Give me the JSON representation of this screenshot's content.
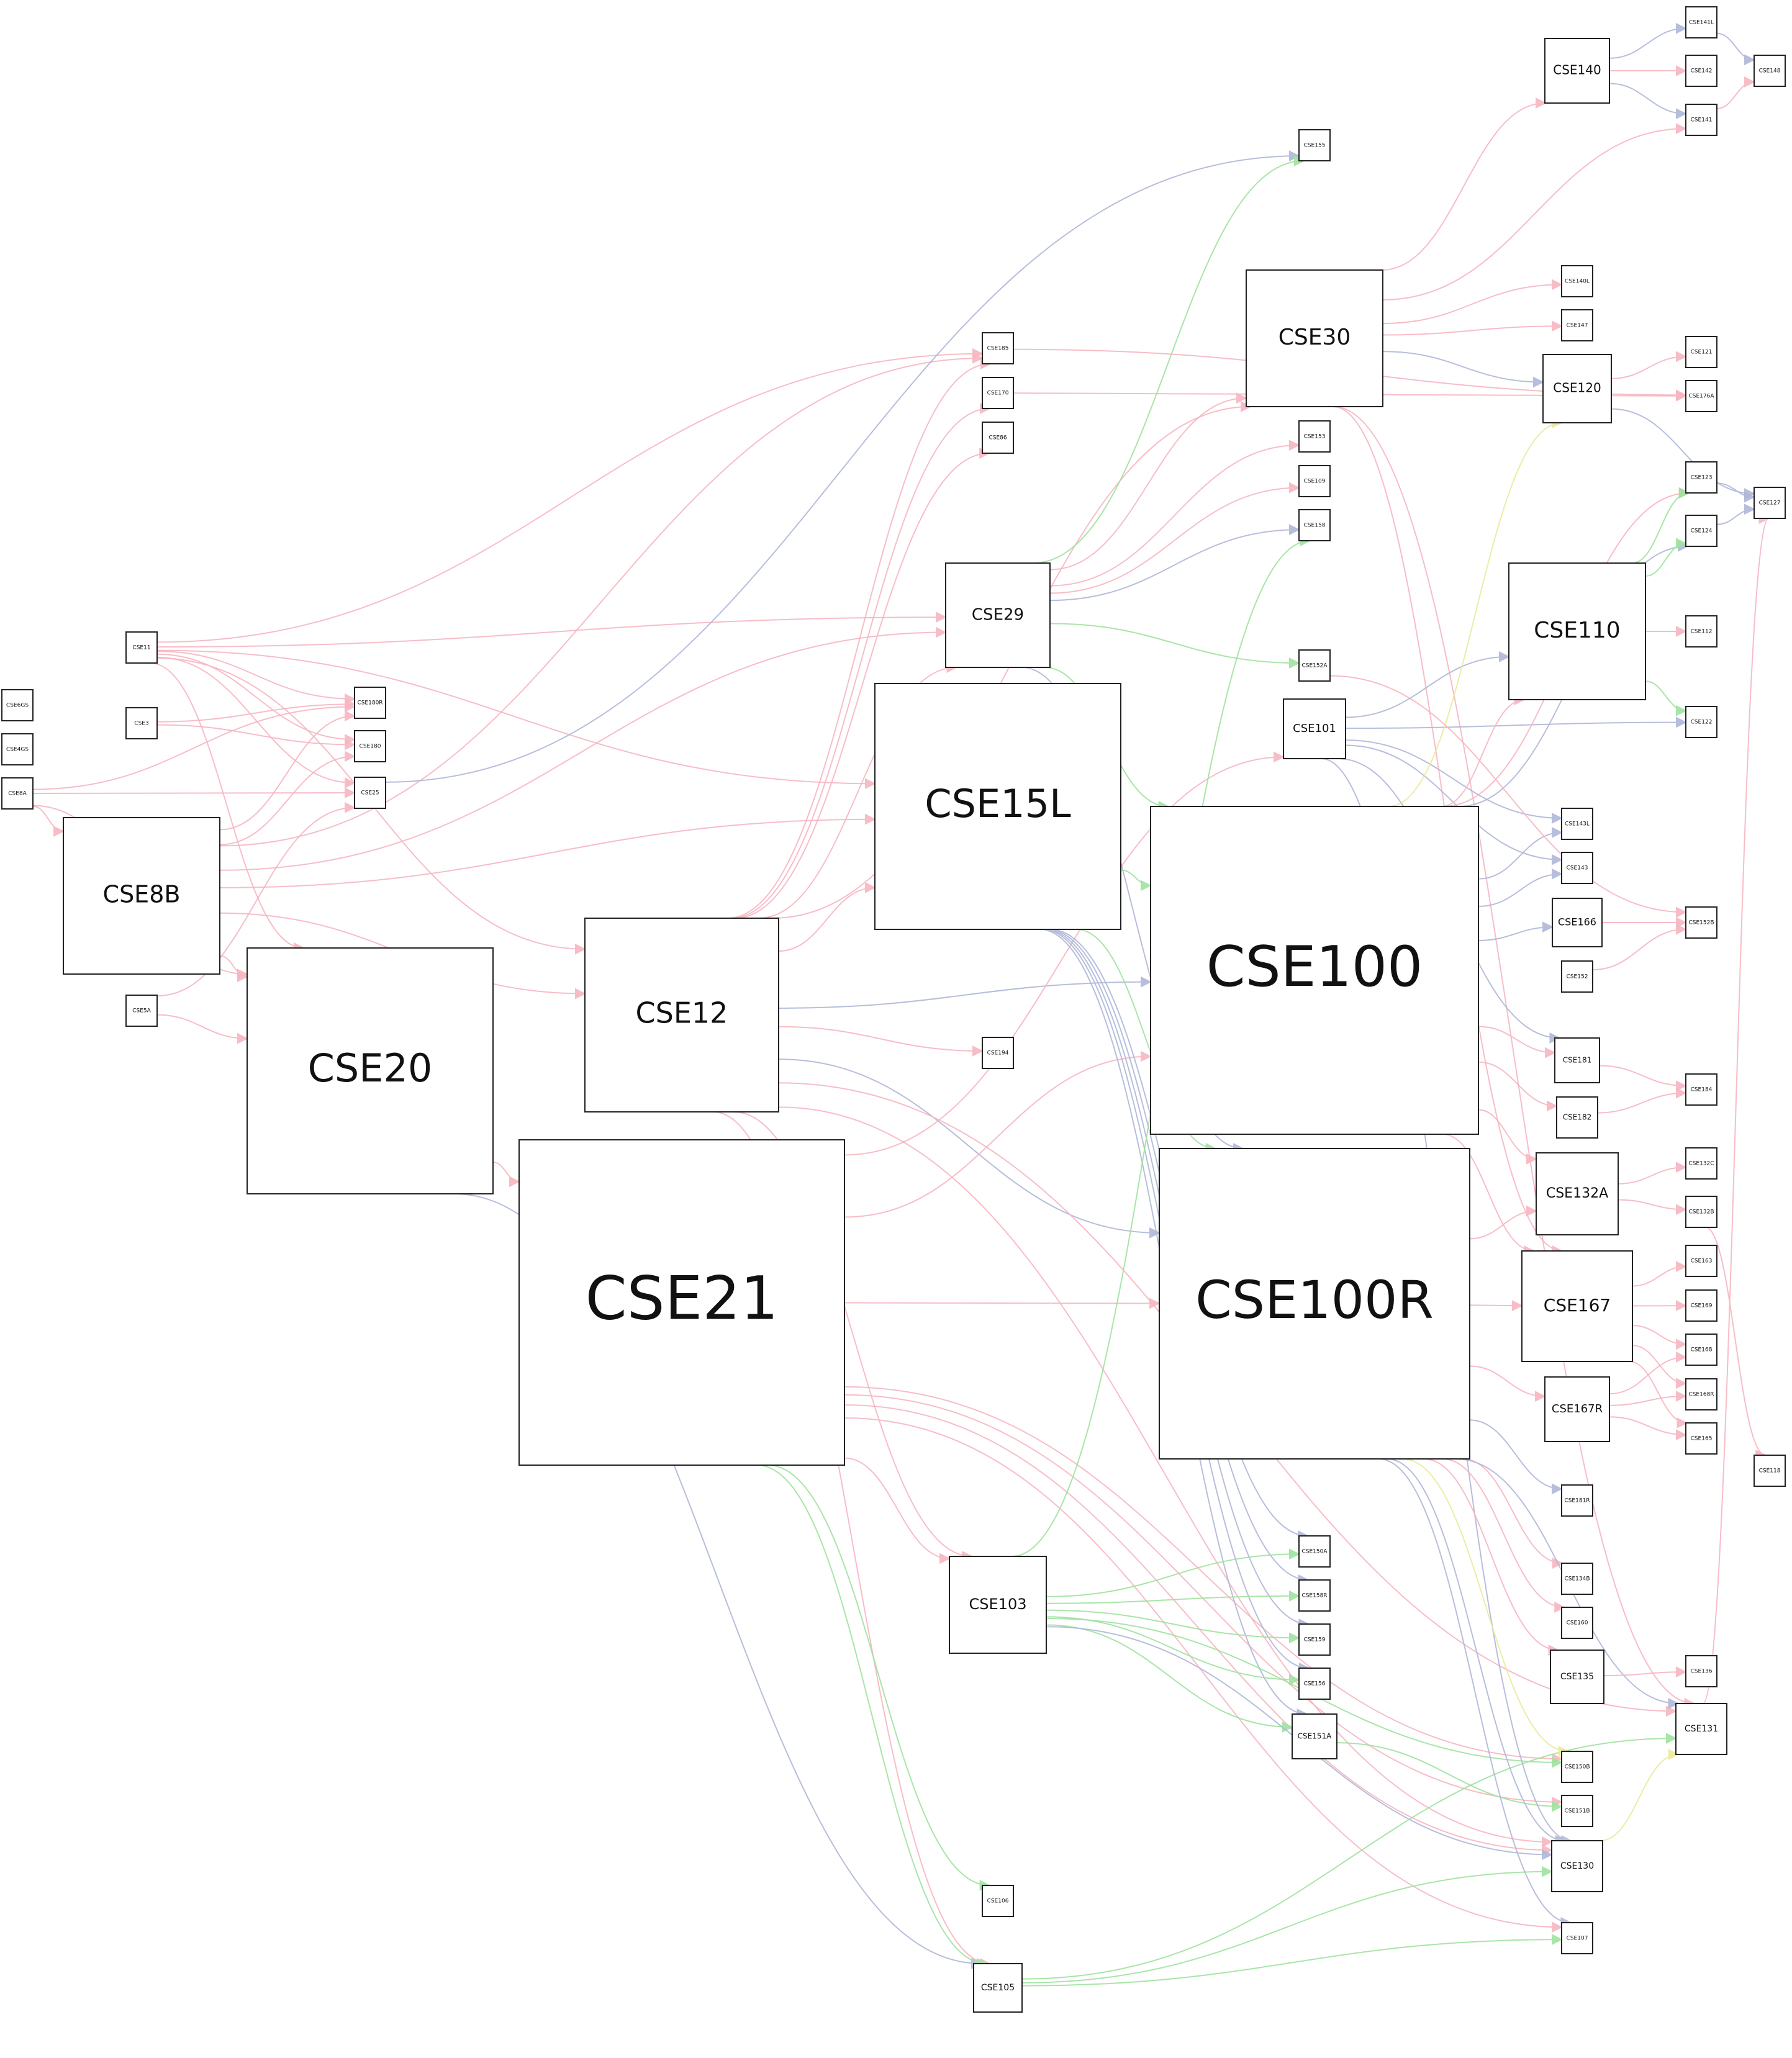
{
  "colors": {
    "pink": "#f7b6c2",
    "blue": "#b0b8d8",
    "green": "#9fe39f",
    "yellow": "#eaea9a",
    "box_border": "#222222"
  },
  "nodes": [
    {
      "id": "CSE11",
      "label": "CSE11",
      "tier": "xs"
    },
    {
      "id": "CSE3",
      "label": "CSE3",
      "tier": "xs"
    },
    {
      "id": "CSE6GS",
      "label": "CSE6GS",
      "tier": "xs"
    },
    {
      "id": "CSE4GS",
      "label": "CSE4GS",
      "tier": "xs"
    },
    {
      "id": "CSE8A",
      "label": "CSE8A",
      "tier": "xs"
    },
    {
      "id": "CSE8B",
      "label": "CSE8B",
      "tier": "m"
    },
    {
      "id": "CSE5A",
      "label": "CSE5A",
      "tier": "xs"
    },
    {
      "id": "CSE180R",
      "label": "CSE180R",
      "tier": "xs"
    },
    {
      "id": "CSE180",
      "label": "CSE180",
      "tier": "xs"
    },
    {
      "id": "CSE25",
      "label": "CSE25",
      "tier": "xs"
    },
    {
      "id": "CSE20",
      "label": "CSE20",
      "tier": "l"
    },
    {
      "id": "CSE12",
      "label": "CSE12",
      "tier": "m"
    },
    {
      "id": "CSE21",
      "label": "CSE21",
      "tier": "xl"
    },
    {
      "id": "CSE185",
      "label": "CSE185",
      "tier": "xs"
    },
    {
      "id": "CSE170",
      "label": "CSE170",
      "tier": "xs"
    },
    {
      "id": "CSE86",
      "label": "CSE86",
      "tier": "xs"
    },
    {
      "id": "CSE29",
      "label": "CSE29",
      "tier": "s"
    },
    {
      "id": "CSE15L",
      "label": "CSE15L",
      "tier": "l"
    },
    {
      "id": "CSE194",
      "label": "CSE194",
      "tier": "xs"
    },
    {
      "id": "CSE103",
      "label": "CSE103",
      "tier": "s"
    },
    {
      "id": "CSE106",
      "label": "CSE106",
      "tier": "xs"
    },
    {
      "id": "CSE105",
      "label": "CSE105",
      "tier": "s"
    },
    {
      "id": "CSE30",
      "label": "CSE30",
      "tier": "m"
    },
    {
      "id": "CSE155",
      "label": "CSE155",
      "tier": "xs"
    },
    {
      "id": "CSE153",
      "label": "CSE153",
      "tier": "xs"
    },
    {
      "id": "CSE109",
      "label": "CSE109",
      "tier": "xs"
    },
    {
      "id": "CSE158",
      "label": "CSE158",
      "tier": "xs"
    },
    {
      "id": "CSE152A",
      "label": "CSE152A",
      "tier": "xs"
    },
    {
      "id": "CSE101",
      "label": "CSE101",
      "tier": "s"
    },
    {
      "id": "CSE100",
      "label": "CSE100",
      "tier": "xxl"
    },
    {
      "id": "CSE100R",
      "label": "CSE100R",
      "tier": "xxl"
    },
    {
      "id": "CSE150A",
      "label": "CSE150A",
      "tier": "xs"
    },
    {
      "id": "CSE158R",
      "label": "CSE158R",
      "tier": "xs"
    },
    {
      "id": "CSE159",
      "label": "CSE159",
      "tier": "xs"
    },
    {
      "id": "CSE156",
      "label": "CSE156",
      "tier": "xs"
    },
    {
      "id": "CSE151A",
      "label": "CSE151A",
      "tier": "xs"
    },
    {
      "id": "CSE140",
      "label": "CSE140",
      "tier": "s"
    },
    {
      "id": "CSE140L",
      "label": "CSE140L",
      "tier": "xs"
    },
    {
      "id": "CSE147",
      "label": "CSE147",
      "tier": "xs"
    },
    {
      "id": "CSE120",
      "label": "CSE120",
      "tier": "s"
    },
    {
      "id": "CSE110",
      "label": "CSE110",
      "tier": "m"
    },
    {
      "id": "CSE143L",
      "label": "CSE143L",
      "tier": "xs"
    },
    {
      "id": "CSE143",
      "label": "CSE143",
      "tier": "xs"
    },
    {
      "id": "CSE166",
      "label": "CSE166",
      "tier": "s"
    },
    {
      "id": "CSE152",
      "label": "CSE152",
      "tier": "xs"
    },
    {
      "id": "CSE181",
      "label": "CSE181",
      "tier": "s"
    },
    {
      "id": "CSE182",
      "label": "CSE182",
      "tier": "s"
    },
    {
      "id": "CSE132A",
      "label": "CSE132A",
      "tier": "s"
    },
    {
      "id": "CSE167",
      "label": "CSE167",
      "tier": "s"
    },
    {
      "id": "CSE167R",
      "label": "CSE167R",
      "tier": "s"
    },
    {
      "id": "CSE181R",
      "label": "CSE181R",
      "tier": "xs"
    },
    {
      "id": "CSE134B",
      "label": "CSE134B",
      "tier": "xs"
    },
    {
      "id": "CSE160",
      "label": "CSE160",
      "tier": "xs"
    },
    {
      "id": "CSE135",
      "label": "CSE135",
      "tier": "s"
    },
    {
      "id": "CSE150B",
      "label": "CSE150B",
      "tier": "xs"
    },
    {
      "id": "CSE151B",
      "label": "CSE151B",
      "tier": "xs"
    },
    {
      "id": "CSE130",
      "label": "CSE130",
      "tier": "s"
    },
    {
      "id": "CSE107",
      "label": "CSE107",
      "tier": "xs"
    },
    {
      "id": "CSE141L",
      "label": "CSE141L",
      "tier": "xs"
    },
    {
      "id": "CSE142",
      "label": "CSE142",
      "tier": "xs"
    },
    {
      "id": "CSE141",
      "label": "CSE141",
      "tier": "xs"
    },
    {
      "id": "CSE148",
      "label": "CSE148",
      "tier": "xs"
    },
    {
      "id": "CSE121",
      "label": "CSE121",
      "tier": "xs"
    },
    {
      "id": "CSE176A",
      "label": "CSE176A",
      "tier": "xs"
    },
    {
      "id": "CSE123",
      "label": "CSE123",
      "tier": "xs"
    },
    {
      "id": "CSE124",
      "label": "CSE124",
      "tier": "xs"
    },
    {
      "id": "CSE127",
      "label": "CSE127",
      "tier": "xs"
    },
    {
      "id": "CSE112",
      "label": "CSE112",
      "tier": "xs"
    },
    {
      "id": "CSE122",
      "label": "CSE122",
      "tier": "xs"
    },
    {
      "id": "CSE152B",
      "label": "CSE152B",
      "tier": "xs"
    },
    {
      "id": "CSE184",
      "label": "CSE184",
      "tier": "xs"
    },
    {
      "id": "CSE132C",
      "label": "CSE132C",
      "tier": "xs"
    },
    {
      "id": "CSE132B",
      "label": "CSE132B",
      "tier": "xs"
    },
    {
      "id": "CSE163",
      "label": "CSE163",
      "tier": "xs"
    },
    {
      "id": "CSE169",
      "label": "CSE169",
      "tier": "xs"
    },
    {
      "id": "CSE168",
      "label": "CSE168",
      "tier": "xs"
    },
    {
      "id": "CSE168R",
      "label": "CSE168R",
      "tier": "xs"
    },
    {
      "id": "CSE165",
      "label": "CSE165",
      "tier": "xs"
    },
    {
      "id": "CSE118",
      "label": "CSE118",
      "tier": "xs"
    },
    {
      "id": "CSE136",
      "label": "CSE136",
      "tier": "xs"
    },
    {
      "id": "CSE131",
      "label": "CSE131",
      "tier": "s"
    }
  ],
  "edges": [
    {
      "from": "CSE11",
      "to": "CSE180R",
      "color": "pink"
    },
    {
      "from": "CSE11",
      "to": "CSE180",
      "color": "pink"
    },
    {
      "from": "CSE11",
      "to": "CSE25",
      "color": "pink"
    },
    {
      "from": "CSE11",
      "to": "CSE20",
      "color": "pink"
    },
    {
      "from": "CSE11",
      "to": "CSE12",
      "color": "pink"
    },
    {
      "from": "CSE11",
      "to": "CSE29",
      "color": "pink"
    },
    {
      "from": "CSE11",
      "to": "CSE15L",
      "color": "pink"
    },
    {
      "from": "CSE11",
      "to": "CSE185",
      "color": "pink"
    },
    {
      "from": "CSE3",
      "to": "CSE180R",
      "color": "pink"
    },
    {
      "from": "CSE3",
      "to": "CSE180",
      "color": "pink"
    },
    {
      "from": "CSE8A",
      "to": "CSE8B",
      "color": "pink"
    },
    {
      "from": "CSE8A",
      "to": "CSE180R",
      "color": "pink"
    },
    {
      "from": "CSE8A",
      "to": "CSE25",
      "color": "pink"
    },
    {
      "from": "CSE8A",
      "to": "CSE20",
      "color": "pink"
    },
    {
      "from": "CSE8B",
      "to": "CSE180R",
      "color": "pink"
    },
    {
      "from": "CSE8B",
      "to": "CSE180",
      "color": "pink"
    },
    {
      "from": "CSE8B",
      "to": "CSE20",
      "color": "pink"
    },
    {
      "from": "CSE8B",
      "to": "CSE12",
      "color": "pink"
    },
    {
      "from": "CSE8B",
      "to": "CSE15L",
      "color": "pink"
    },
    {
      "from": "CSE8B",
      "to": "CSE29",
      "color": "pink"
    },
    {
      "from": "CSE8B",
      "to": "CSE185",
      "color": "pink"
    },
    {
      "from": "CSE5A",
      "to": "CSE20",
      "color": "pink"
    },
    {
      "from": "CSE5A",
      "to": "CSE25",
      "color": "pink"
    },
    {
      "from": "CSE25",
      "to": "CSE155",
      "color": "blue"
    },
    {
      "from": "CSE20",
      "to": "CSE21",
      "color": "pink"
    },
    {
      "from": "CSE20",
      "to": "CSE105",
      "color": "blue"
    },
    {
      "from": "CSE12",
      "to": "CSE185",
      "color": "pink"
    },
    {
      "from": "CSE12",
      "to": "CSE170",
      "color": "pink"
    },
    {
      "from": "CSE12",
      "to": "CSE86",
      "color": "pink"
    },
    {
      "from": "CSE12",
      "to": "CSE15L",
      "color": "pink"
    },
    {
      "from": "CSE12",
      "to": "CSE29",
      "color": "pink"
    },
    {
      "from": "CSE12",
      "to": "CSE194",
      "color": "pink"
    },
    {
      "from": "CSE12",
      "to": "CSE100",
      "color": "blue"
    },
    {
      "from": "CSE12",
      "to": "CSE100R",
      "color": "blue"
    },
    {
      "from": "CSE12",
      "to": "CSE103",
      "color": "pink"
    },
    {
      "from": "CSE12",
      "to": "CSE130",
      "color": "pink"
    },
    {
      "from": "CSE12",
      "to": "CSE131",
      "color": "pink"
    },
    {
      "from": "CSE12",
      "to": "CSE105",
      "color": "pink"
    },
    {
      "from": "CSE12",
      "to": "CSE30",
      "color": "pink"
    },
    {
      "from": "CSE21",
      "to": "CSE100R",
      "color": "pink"
    },
    {
      "from": "CSE21",
      "to": "CSE100",
      "color": "pink"
    },
    {
      "from": "CSE21",
      "to": "CSE101",
      "color": "pink"
    },
    {
      "from": "CSE21",
      "to": "CSE105",
      "color": "green"
    },
    {
      "from": "CSE21",
      "to": "CSE106",
      "color": "green"
    },
    {
      "from": "CSE21",
      "to": "CSE103",
      "color": "pink"
    },
    {
      "from": "CSE21",
      "to": "CSE150B",
      "color": "pink"
    },
    {
      "from": "CSE21",
      "to": "CSE151B",
      "color": "pink"
    },
    {
      "from": "CSE21",
      "to": "CSE107",
      "color": "pink"
    },
    {
      "from": "CSE21",
      "to": "CSE130",
      "color": "pink"
    },
    {
      "from": "CSE29",
      "to": "CSE30",
      "color": "pink"
    },
    {
      "from": "CSE29",
      "to": "CSE153",
      "color": "pink"
    },
    {
      "from": "CSE29",
      "to": "CSE109",
      "color": "pink"
    },
    {
      "from": "CSE29",
      "to": "CSE158",
      "color": "blue"
    },
    {
      "from": "CSE29",
      "to": "CSE152A",
      "color": "green"
    },
    {
      "from": "CSE29",
      "to": "CSE100",
      "color": "green"
    },
    {
      "from": "CSE29",
      "to": "CSE100R",
      "color": "blue"
    },
    {
      "from": "CSE29",
      "to": "CSE155",
      "color": "green"
    },
    {
      "from": "CSE15L",
      "to": "CSE100",
      "color": "green"
    },
    {
      "from": "CSE15L",
      "to": "CSE100R",
      "color": "green"
    },
    {
      "from": "CSE15L",
      "to": "CSE150A",
      "color": "blue"
    },
    {
      "from": "CSE15L",
      "to": "CSE158R",
      "color": "blue"
    },
    {
      "from": "CSE15L",
      "to": "CSE159",
      "color": "blue"
    },
    {
      "from": "CSE15L",
      "to": "CSE156",
      "color": "blue"
    },
    {
      "from": "CSE15L",
      "to": "CSE151A",
      "color": "blue"
    },
    {
      "from": "CSE103",
      "to": "CSE150A",
      "color": "green"
    },
    {
      "from": "CSE103",
      "to": "CSE158R",
      "color": "green"
    },
    {
      "from": "CSE103",
      "to": "CSE159",
      "color": "green"
    },
    {
      "from": "CSE103",
      "to": "CSE156",
      "color": "green"
    },
    {
      "from": "CSE103",
      "to": "CSE151A",
      "color": "green"
    },
    {
      "from": "CSE103",
      "to": "CSE150B",
      "color": "green"
    },
    {
      "from": "CSE103",
      "to": "CSE130",
      "color": "blue"
    },
    {
      "from": "CSE103",
      "to": "CSE158",
      "color": "green"
    },
    {
      "from": "CSE105",
      "to": "CSE130",
      "color": "green"
    },
    {
      "from": "CSE105",
      "to": "CSE131",
      "color": "green"
    },
    {
      "from": "CSE105",
      "to": "CSE107",
      "color": "green"
    },
    {
      "from": "CSE151A",
      "to": "CSE151B",
      "color": "green"
    },
    {
      "from": "CSE30",
      "to": "CSE140",
      "color": "pink"
    },
    {
      "from": "CSE30",
      "to": "CSE140L",
      "color": "pink"
    },
    {
      "from": "CSE30",
      "to": "CSE147",
      "color": "pink"
    },
    {
      "from": "CSE30",
      "to": "CSE120",
      "color": "blue"
    },
    {
      "from": "CSE30",
      "to": "CSE141",
      "color": "pink"
    },
    {
      "from": "CSE30",
      "to": "CSE131",
      "color": "pink"
    },
    {
      "from": "CSE30",
      "to": "CSE167",
      "color": "pink"
    },
    {
      "from": "CSE101",
      "to": "CSE110",
      "color": "blue"
    },
    {
      "from": "CSE101",
      "to": "CSE122",
      "color": "blue"
    },
    {
      "from": "CSE101",
      "to": "CSE143L",
      "color": "blue"
    },
    {
      "from": "CSE101",
      "to": "CSE143",
      "color": "blue"
    },
    {
      "from": "CSE101",
      "to": "CSE181",
      "color": "blue"
    },
    {
      "from": "CSE101",
      "to": "CSE130",
      "color": "blue"
    },
    {
      "from": "CSE100",
      "to": "CSE110",
      "color": "pink"
    },
    {
      "from": "CSE100",
      "to": "CSE120",
      "color": "yellow"
    },
    {
      "from": "CSE100",
      "to": "CSE143L",
      "color": "blue"
    },
    {
      "from": "CSE100",
      "to": "CSE143",
      "color": "blue"
    },
    {
      "from": "CSE100",
      "to": "CSE166",
      "color": "blue"
    },
    {
      "from": "CSE100",
      "to": "CSE181",
      "color": "pink"
    },
    {
      "from": "CSE100",
      "to": "CSE182",
      "color": "pink"
    },
    {
      "from": "CSE100",
      "to": "CSE132A",
      "color": "pink"
    },
    {
      "from": "CSE100",
      "to": "CSE167",
      "color": "pink"
    },
    {
      "from": "CSE100",
      "to": "CSE123",
      "color": "pink"
    },
    {
      "from": "CSE100",
      "to": "CSE124",
      "color": "blue"
    },
    {
      "from": "CSE100R",
      "to": "CSE167",
      "color": "pink"
    },
    {
      "from": "CSE100R",
      "to": "CSE167R",
      "color": "pink"
    },
    {
      "from": "CSE100R",
      "to": "CSE181R",
      "color": "blue"
    },
    {
      "from": "CSE100R",
      "to": "CSE134B",
      "color": "pink"
    },
    {
      "from": "CSE100R",
      "to": "CSE160",
      "color": "pink"
    },
    {
      "from": "CSE100R",
      "to": "CSE135",
      "color": "pink"
    },
    {
      "from": "CSE100R",
      "to": "CSE150B",
      "color": "yellow"
    },
    {
      "from": "CSE100R",
      "to": "CSE130",
      "color": "blue"
    },
    {
      "from": "CSE100R",
      "to": "CSE131",
      "color": "blue"
    },
    {
      "from": "CSE100R",
      "to": "CSE107",
      "color": "blue"
    },
    {
      "from": "CSE100R",
      "to": "CSE132A",
      "color": "pink"
    },
    {
      "from": "CSE140",
      "to": "CSE141L",
      "color": "blue"
    },
    {
      "from": "CSE140",
      "to": "CSE142",
      "color": "pink"
    },
    {
      "from": "CSE140",
      "to": "CSE141",
      "color": "blue"
    },
    {
      "from": "CSE141",
      "to": "CSE148",
      "color": "pink"
    },
    {
      "from": "CSE141L",
      "to": "CSE148",
      "color": "blue"
    },
    {
      "from": "CSE120",
      "to": "CSE121",
      "color": "pink"
    },
    {
      "from": "CSE120",
      "to": "CSE127",
      "color": "blue"
    },
    {
      "from": "CSE110",
      "to": "CSE112",
      "color": "pink"
    },
    {
      "from": "CSE110",
      "to": "CSE122",
      "color": "green"
    },
    {
      "from": "CSE110",
      "to": "CSE124",
      "color": "green"
    },
    {
      "from": "CSE110",
      "to": "CSE123",
      "color": "green"
    },
    {
      "from": "CSE123",
      "to": "CSE127",
      "color": "blue"
    },
    {
      "from": "CSE124",
      "to": "CSE127",
      "color": "blue"
    },
    {
      "from": "CSE166",
      "to": "CSE152B",
      "color": "pink"
    },
    {
      "from": "CSE152",
      "to": "CSE152B",
      "color": "pink"
    },
    {
      "from": "CSE152A",
      "to": "CSE152B",
      "color": "pink"
    },
    {
      "from": "CSE181",
      "to": "CSE184",
      "color": "pink"
    },
    {
      "from": "CSE182",
      "to": "CSE184",
      "color": "pink"
    },
    {
      "from": "CSE132A",
      "to": "CSE132C",
      "color": "pink"
    },
    {
      "from": "CSE132A",
      "to": "CSE132B",
      "color": "pink"
    },
    {
      "from": "CSE132B",
      "to": "CSE118",
      "color": "pink"
    },
    {
      "from": "CSE167",
      "to": "CSE163",
      "color": "pink"
    },
    {
      "from": "CSE167",
      "to": "CSE169",
      "color": "pink"
    },
    {
      "from": "CSE167",
      "to": "CSE168",
      "color": "pink"
    },
    {
      "from": "CSE167",
      "to": "CSE168R",
      "color": "pink"
    },
    {
      "from": "CSE167",
      "to": "CSE165",
      "color": "pink"
    },
    {
      "from": "CSE167R",
      "to": "CSE168",
      "color": "pink"
    },
    {
      "from": "CSE167R",
      "to": "CSE168R",
      "color": "pink"
    },
    {
      "from": "CSE167R",
      "to": "CSE165",
      "color": "pink"
    },
    {
      "from": "CSE135",
      "to": "CSE136",
      "color": "pink"
    },
    {
      "from": "CSE130",
      "to": "CSE131",
      "color": "yellow"
    },
    {
      "from": "CSE131",
      "to": "CSE127",
      "color": "pink"
    },
    {
      "from": "CSE170",
      "to": "CSE176A",
      "color": "pink"
    },
    {
      "from": "CSE185",
      "to": "CSE176A",
      "color": "pink"
    }
  ]
}
